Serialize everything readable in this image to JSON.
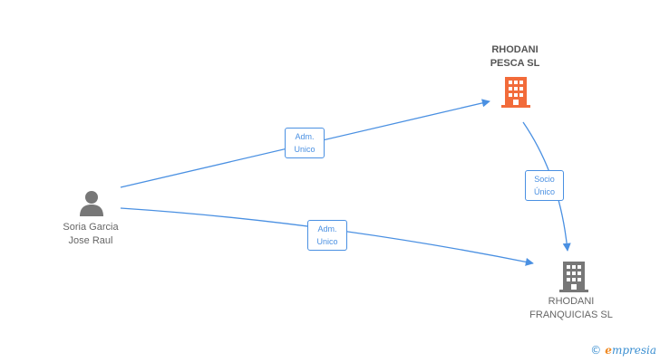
{
  "nodes": {
    "person": {
      "line1": "Soria Garcia",
      "line2": "Jose Raul"
    },
    "company_main": {
      "line1": "RHODANI",
      "line2": "PESCA SL",
      "color": "#f26b3a"
    },
    "company_sub": {
      "line1": "RHODANI",
      "line2": "FRANQUICIAS SL",
      "color": "#777777"
    }
  },
  "edges": [
    {
      "line1": "Adm.",
      "line2": "Unico"
    },
    {
      "line1": "Adm.",
      "line2": "Unico"
    },
    {
      "line1": "Socio",
      "line2": "Único"
    }
  ],
  "footer": {
    "copyright": "©",
    "brand_initial": "e",
    "brand_rest": "mpresia"
  },
  "colors": {
    "edge": "#4a90e2",
    "accent": "#f26b3a",
    "icon_gray": "#777777"
  }
}
